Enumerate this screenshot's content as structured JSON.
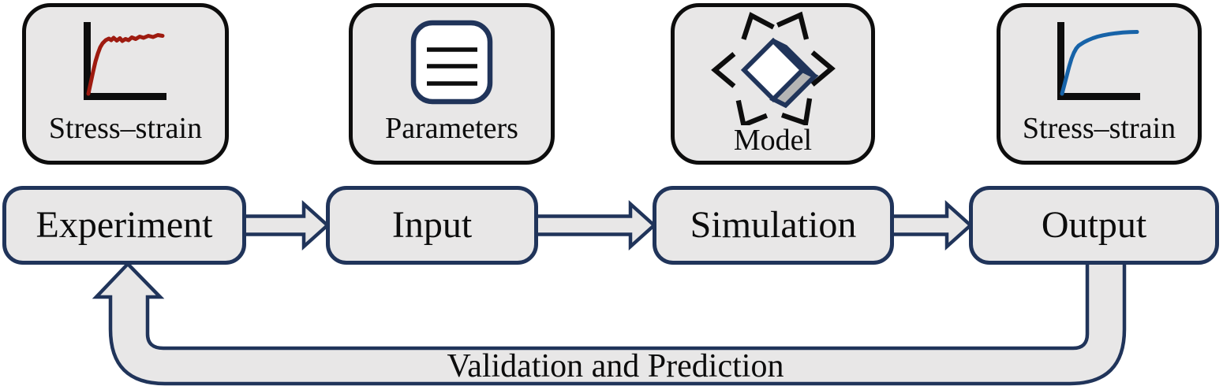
{
  "diagram": {
    "icon_cards": [
      {
        "label": "Stress–strain",
        "icon": "stress-strain-chart-red"
      },
      {
        "label": "Parameters",
        "icon": "parameters-document"
      },
      {
        "label": "Model",
        "icon": "cube-model"
      },
      {
        "label": "Stress–strain",
        "icon": "stress-strain-chart-blue"
      }
    ],
    "flow": [
      {
        "label": "Experiment"
      },
      {
        "label": "Input"
      },
      {
        "label": "Simulation"
      },
      {
        "label": "Output"
      }
    ],
    "feedback_label": "Validation and Prediction",
    "colors": {
      "card_fill": "#e8e7e7",
      "outline_black": "#0d0d0d",
      "outline_navy": "#20345a",
      "curve_red": "#9e1b10",
      "curve_blue": "#1763a8",
      "cube_side": "#b5b5b5"
    }
  }
}
